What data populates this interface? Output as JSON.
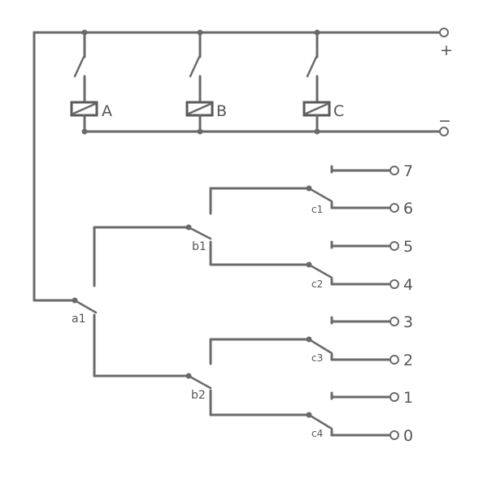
{
  "relays": [
    {
      "name": "A"
    },
    {
      "name": "B"
    },
    {
      "name": "C"
    }
  ],
  "supply": {
    "plus": "+",
    "minus": "−"
  },
  "contacts": {
    "a1": "a1",
    "b1": "b1",
    "b2": "b2",
    "c1": "c1",
    "c2": "c2",
    "c3": "c3",
    "c4": "c4"
  },
  "outputs": [
    "7",
    "6",
    "5",
    "4",
    "3",
    "2",
    "1",
    "0"
  ]
}
